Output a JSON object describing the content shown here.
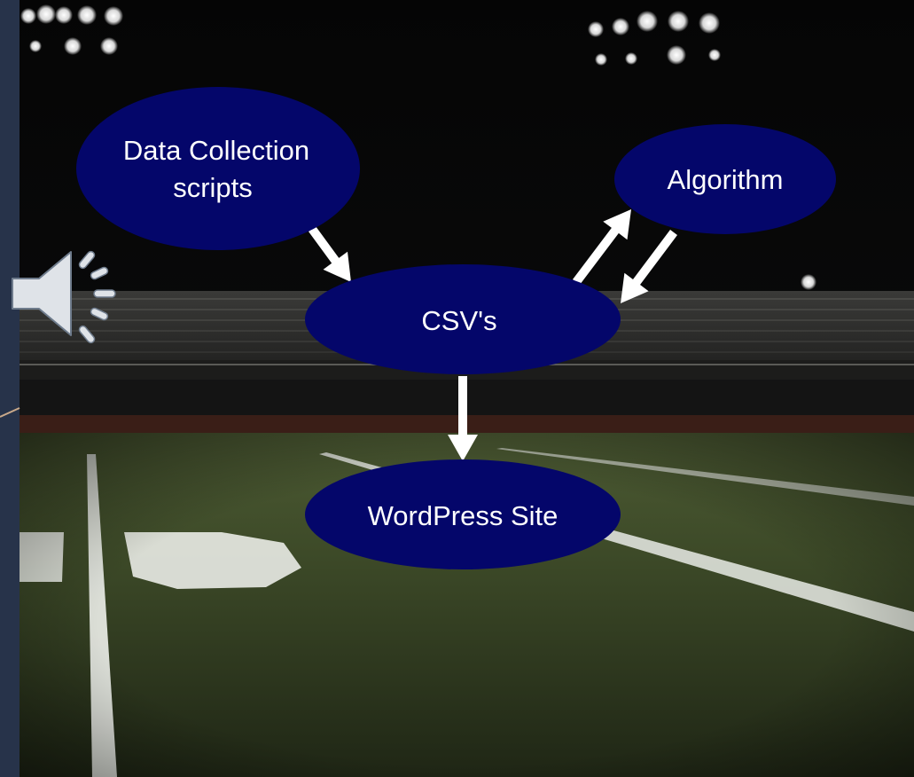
{
  "diagram": {
    "nodes": {
      "data_collection": {
        "lines": [
          "Data Collection",
          "scripts"
        ]
      },
      "algorithm": {
        "lines": [
          "Algorithm"
        ]
      },
      "csvs": {
        "lines": [
          "CSV's"
        ]
      },
      "wordpress": {
        "lines": [
          "WordPress Site"
        ]
      }
    },
    "edges": [
      {
        "from": "data_collection",
        "to": "csvs"
      },
      {
        "from": "csvs",
        "to": "algorithm"
      },
      {
        "from": "algorithm",
        "to": "csvs"
      },
      {
        "from": "csvs",
        "to": "wordpress"
      }
    ]
  },
  "colors": {
    "node_fill": "#04066a",
    "node_text": "#ffffff",
    "arrow": "#ffffff",
    "side_panel": "#27334a"
  },
  "icons": {
    "audio": "speaker-icon"
  }
}
